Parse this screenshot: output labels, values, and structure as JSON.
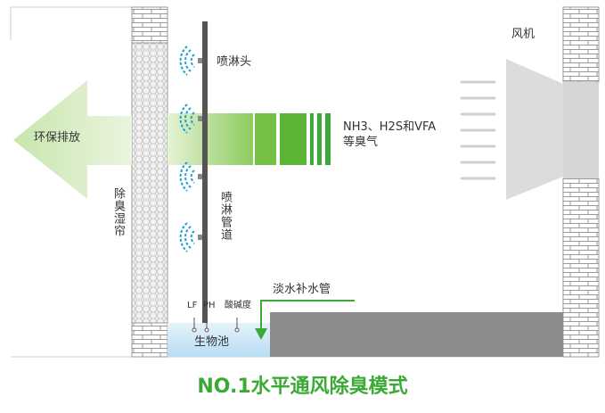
{
  "diagram": {
    "fan_label": "风机",
    "spray_head_label": "喷淋头",
    "spray_pipe_label": "喷淋管道",
    "gas_label_line1": "NH3、H2S和VFA",
    "gas_label_line2": "等臭气",
    "discharge_label": "环保排放",
    "curtain_label": "除臭湿帘",
    "freshwater_label": "淡水补水管",
    "sensor_lf": "LF",
    "sensor_ph": "PH",
    "sensor_acid": "酸碱度",
    "pool_label": "生物池",
    "caption": "NO.1水平通风除臭模式"
  },
  "colors": {
    "accent_green": "#3aaa35",
    "light_green": "#c5e3a0",
    "spray_blue": "#1e9fd0",
    "pipe_dark": "#555555",
    "fan_gray": "#d9d9d9",
    "pool_blue": "#cfe8f7",
    "brick_line": "#999999"
  },
  "icons": [
    "spray-head-icon",
    "fan-icon",
    "arrow-left-icon",
    "arrow-down-icon"
  ]
}
